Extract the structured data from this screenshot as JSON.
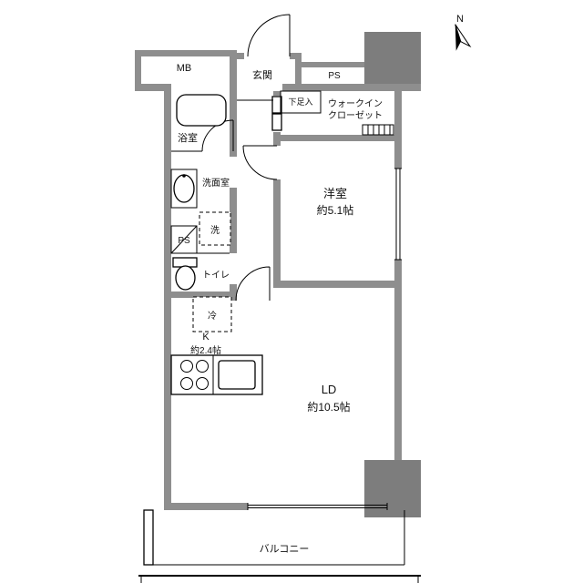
{
  "compass": {
    "north": "N"
  },
  "labels": {
    "mb": "MB",
    "genkan": "玄関",
    "ps_top": "PS",
    "shoe_storage": "下足入",
    "wic_line1": "ウォークイン",
    "wic_line2": "クローゼット",
    "bath": "浴室",
    "washroom": "洗面室",
    "washer": "洗",
    "ps_mid": "PS",
    "toilet": "トイレ",
    "fridge": "冷",
    "kitchen_line1": "K",
    "kitchen_line2": "約2.4帖",
    "bedroom_line1": "洋室",
    "bedroom_line2": "約5.1帖",
    "ld_line1": "LD",
    "ld_line2": "約10.5帖",
    "balcony": "バルコニー"
  },
  "colors": {
    "wall": "#8e8e8e",
    "block": "#7d7d7d",
    "line": "#000000",
    "text": "#111111",
    "background": "#ffffff"
  }
}
